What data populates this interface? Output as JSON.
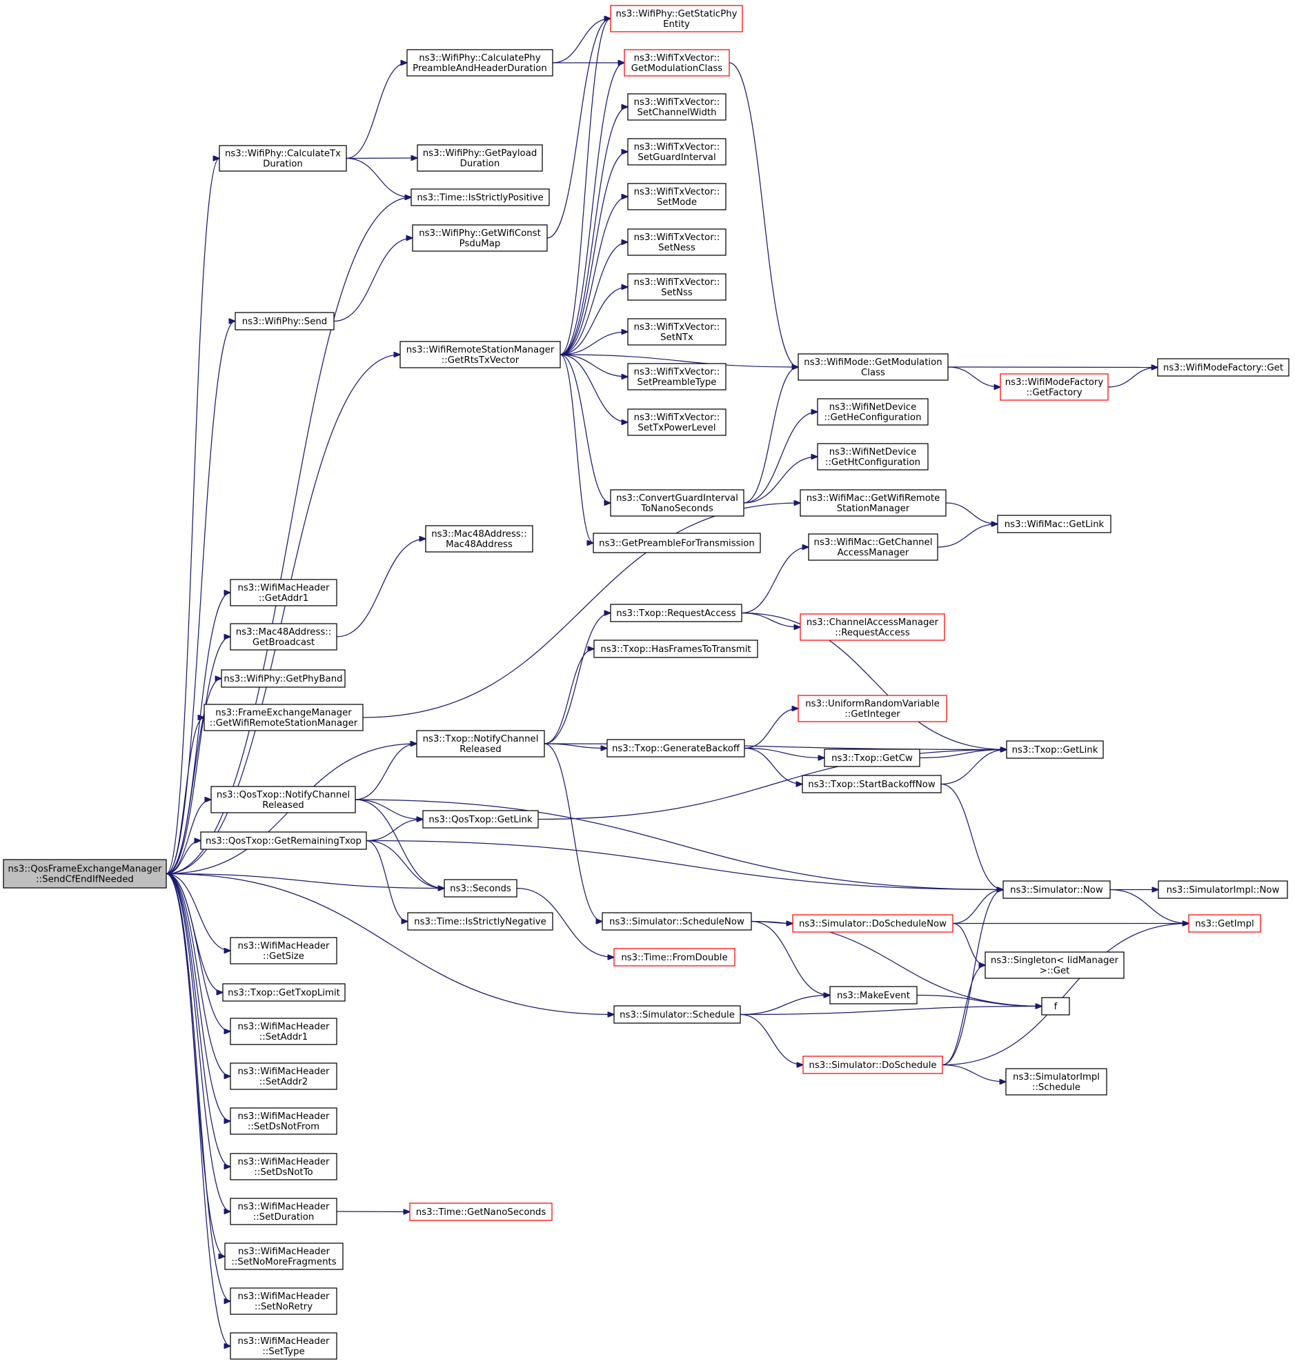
{
  "diagram": {
    "type": "call-graph",
    "edge_color": "#191970",
    "node_border": "#000000",
    "truncated_node_border": "#ff0000",
    "root_fill": "#bfbfbf",
    "nodes": [
      {
        "id": "root",
        "lines": [
          "ns3::QosFrameExchangeManager",
          "::SendCfEndIfNeeded"
        ],
        "style": "root"
      },
      {
        "id": "calcTx",
        "lines": [
          "ns3::WifiPhy::CalculateTx",
          "Duration"
        ]
      },
      {
        "id": "calcPre",
        "lines": [
          "ns3::WifiPhy::CalculatePhy",
          "PreambleAndHeaderDuration"
        ]
      },
      {
        "id": "getStatic",
        "lines": [
          "ns3::WifiPhy::GetStaticPhy",
          "Entity"
        ],
        "style": "red"
      },
      {
        "id": "getModCls",
        "lines": [
          "ns3::WifiTxVector::",
          "GetModulationClass"
        ],
        "style": "red"
      },
      {
        "id": "getPayload",
        "lines": [
          "ns3::WifiPhy::GetPayload",
          "Duration"
        ]
      },
      {
        "id": "isStrictPos",
        "lines": [
          "ns3::Time::IsStrictlyPositive"
        ]
      },
      {
        "id": "getWifiConst",
        "lines": [
          "ns3::WifiPhy::GetWifiConst",
          "PsduMap"
        ]
      },
      {
        "id": "send",
        "lines": [
          "ns3::WifiPhy::Send"
        ]
      },
      {
        "id": "getRts",
        "lines": [
          "ns3::WifiRemoteStationManager",
          "::GetRtsTxVector"
        ]
      },
      {
        "id": "setChW",
        "lines": [
          "ns3::WifiTxVector::",
          "SetChannelWidth"
        ]
      },
      {
        "id": "setGI",
        "lines": [
          "ns3::WifiTxVector::",
          "SetGuardInterval"
        ]
      },
      {
        "id": "setMode",
        "lines": [
          "ns3::WifiTxVector::",
          "SetMode"
        ]
      },
      {
        "id": "setNess",
        "lines": [
          "ns3::WifiTxVector::",
          "SetNess"
        ]
      },
      {
        "id": "setNss",
        "lines": [
          "ns3::WifiTxVector::",
          "SetNss"
        ]
      },
      {
        "id": "setNTx",
        "lines": [
          "ns3::WifiTxVector::",
          "SetNTx"
        ]
      },
      {
        "id": "setPre",
        "lines": [
          "ns3::WifiTxVector::",
          "SetPreambleType"
        ]
      },
      {
        "id": "setTxPow",
        "lines": [
          "ns3::WifiTxVector::",
          "SetTxPowerLevel"
        ]
      },
      {
        "id": "convGI",
        "lines": [
          "ns3::ConvertGuardInterval",
          "ToNanoSeconds"
        ]
      },
      {
        "id": "getPreTx",
        "lines": [
          "ns3::GetPreambleForTransmission"
        ]
      },
      {
        "id": "modeGetMod",
        "lines": [
          "ns3::WifiMode::GetModulation",
          "Class"
        ]
      },
      {
        "id": "getHe",
        "lines": [
          "ns3::WifiNetDevice",
          "::GetHeConfiguration"
        ]
      },
      {
        "id": "getHt",
        "lines": [
          "ns3::WifiNetDevice",
          "::GetHtConfiguration"
        ]
      },
      {
        "id": "factGet",
        "lines": [
          "ns3::WifiModeFactory::Get"
        ]
      },
      {
        "id": "getFactory",
        "lines": [
          "ns3::WifiModeFactory",
          "::GetFactory"
        ],
        "style": "red"
      },
      {
        "id": "macGetRsm",
        "lines": [
          "ns3::WifiMac::GetWifiRemote",
          "StationManager"
        ]
      },
      {
        "id": "macGetCam",
        "lines": [
          "ns3::WifiMac::GetChannel",
          "AccessManager"
        ]
      },
      {
        "id": "macGetLink",
        "lines": [
          "ns3::WifiMac::GetLink"
        ]
      },
      {
        "id": "macCtor",
        "lines": [
          "ns3::Mac48Address::",
          "Mac48Address"
        ]
      },
      {
        "id": "getAddr1",
        "lines": [
          "ns3::WifiMacHeader",
          "::GetAddr1"
        ]
      },
      {
        "id": "getBcast",
        "lines": [
          "ns3::Mac48Address::",
          "GetBroadcast"
        ]
      },
      {
        "id": "getPhyBand",
        "lines": [
          "ns3::WifiPhy::GetPhyBand"
        ]
      },
      {
        "id": "femGetRsm",
        "lines": [
          "ns3::FrameExchangeManager",
          "::GetWifiRemoteStationManager"
        ]
      },
      {
        "id": "reqAccess",
        "lines": [
          "ns3::Txop::RequestAccess"
        ]
      },
      {
        "id": "camReq",
        "lines": [
          "ns3::ChannelAccessManager",
          "::RequestAccess"
        ],
        "style": "red"
      },
      {
        "id": "hasFrames",
        "lines": [
          "ns3::Txop::HasFramesToTransmit"
        ]
      },
      {
        "id": "uniform",
        "lines": [
          "ns3::UniformRandomVariable",
          "::GetInteger"
        ],
        "style": "red"
      },
      {
        "id": "notifyTxop",
        "lines": [
          "ns3::Txop::NotifyChannel",
          "Released"
        ]
      },
      {
        "id": "genBackoff",
        "lines": [
          "ns3::Txop::GenerateBackoff"
        ]
      },
      {
        "id": "getCw",
        "lines": [
          "ns3::Txop::GetCw"
        ]
      },
      {
        "id": "txopGetLink",
        "lines": [
          "ns3::Txop::GetLink"
        ]
      },
      {
        "id": "startBackoff",
        "lines": [
          "ns3::Txop::StartBackoffNow"
        ]
      },
      {
        "id": "qosNotify",
        "lines": [
          "ns3::QosTxop::NotifyChannel",
          "Released"
        ]
      },
      {
        "id": "qosGetLink",
        "lines": [
          "ns3::QosTxop::GetLink"
        ]
      },
      {
        "id": "qosGetRem",
        "lines": [
          "ns3::QosTxop::GetRemainingTxop"
        ]
      },
      {
        "id": "seconds",
        "lines": [
          "ns3::Seconds"
        ]
      },
      {
        "id": "isStrictNeg",
        "lines": [
          "ns3::Time::IsStrictlyNegative"
        ]
      },
      {
        "id": "simNow",
        "lines": [
          "ns3::Simulator::Now"
        ]
      },
      {
        "id": "simImplNow",
        "lines": [
          "ns3::SimulatorImpl::Now"
        ]
      },
      {
        "id": "schedNow",
        "lines": [
          "ns3::Simulator::ScheduleNow"
        ]
      },
      {
        "id": "doSchedNow",
        "lines": [
          "ns3::Simulator::DoScheduleNow"
        ],
        "style": "red"
      },
      {
        "id": "getImpl",
        "lines": [
          "ns3::GetImpl"
        ],
        "style": "red"
      },
      {
        "id": "fromDouble",
        "lines": [
          "ns3::Time::FromDouble"
        ],
        "style": "red"
      },
      {
        "id": "singleton",
        "lines": [
          "ns3::Singleton< IidManager",
          " >::Get"
        ]
      },
      {
        "id": "makeEvent",
        "lines": [
          "ns3::MakeEvent"
        ]
      },
      {
        "id": "f",
        "lines": [
          "f"
        ]
      },
      {
        "id": "schedule",
        "lines": [
          "ns3::Simulator::Schedule"
        ]
      },
      {
        "id": "doSched",
        "lines": [
          "ns3::Simulator::DoSchedule"
        ],
        "style": "red"
      },
      {
        "id": "implSched",
        "lines": [
          "ns3::SimulatorImpl",
          "::Schedule"
        ]
      },
      {
        "id": "getSize",
        "lines": [
          "ns3::WifiMacHeader",
          "::GetSize"
        ]
      },
      {
        "id": "getTxopLimit",
        "lines": [
          "ns3::Txop::GetTxopLimit"
        ]
      },
      {
        "id": "setAddr1",
        "lines": [
          "ns3::WifiMacHeader",
          "::SetAddr1"
        ]
      },
      {
        "id": "setAddr2",
        "lines": [
          "ns3::WifiMacHeader",
          "::SetAddr2"
        ]
      },
      {
        "id": "setDsNotFrom",
        "lines": [
          "ns3::WifiMacHeader",
          "::SetDsNotFrom"
        ]
      },
      {
        "id": "setDsNotTo",
        "lines": [
          "ns3::WifiMacHeader",
          "::SetDsNotTo"
        ]
      },
      {
        "id": "setDuration",
        "lines": [
          "ns3::WifiMacHeader",
          "::SetDuration"
        ]
      },
      {
        "id": "getNano",
        "lines": [
          "ns3::Time::GetNanoSeconds"
        ],
        "style": "red"
      },
      {
        "id": "setNoMore",
        "lines": [
          "ns3::WifiMacHeader",
          "::SetNoMoreFragments"
        ]
      },
      {
        "id": "setNoRetry",
        "lines": [
          "ns3::WifiMacHeader",
          "::SetNoRetry"
        ]
      },
      {
        "id": "setType",
        "lines": [
          "ns3::WifiMacHeader",
          "::SetType"
        ]
      }
    ],
    "edges": [
      [
        "root",
        "calcTx"
      ],
      [
        "root",
        "isStrictPos"
      ],
      [
        "root",
        "send"
      ],
      [
        "root",
        "getRts"
      ],
      [
        "root",
        "getAddr1"
      ],
      [
        "root",
        "getBcast"
      ],
      [
        "root",
        "getPhyBand"
      ],
      [
        "root",
        "femGetRsm"
      ],
      [
        "root",
        "notifyTxop"
      ],
      [
        "root",
        "qosNotify"
      ],
      [
        "root",
        "qosGetRem"
      ],
      [
        "root",
        "seconds"
      ],
      [
        "root",
        "schedule"
      ],
      [
        "root",
        "getSize"
      ],
      [
        "root",
        "getTxopLimit"
      ],
      [
        "root",
        "setAddr1"
      ],
      [
        "root",
        "setAddr2"
      ],
      [
        "root",
        "setDsNotFrom"
      ],
      [
        "root",
        "setDsNotTo"
      ],
      [
        "root",
        "setDuration"
      ],
      [
        "root",
        "setNoMore"
      ],
      [
        "root",
        "setNoRetry"
      ],
      [
        "root",
        "setType"
      ],
      [
        "calcTx",
        "calcPre"
      ],
      [
        "calcTx",
        "getPayload"
      ],
      [
        "calcTx",
        "isStrictPos"
      ],
      [
        "calcPre",
        "getStatic"
      ],
      [
        "calcPre",
        "getModCls"
      ],
      [
        "getWifiConst",
        "getStatic"
      ],
      [
        "send",
        "getWifiConst"
      ],
      [
        "getRts",
        "getStatic"
      ],
      [
        "getRts",
        "getModCls"
      ],
      [
        "getRts",
        "setChW"
      ],
      [
        "getRts",
        "setGI"
      ],
      [
        "getRts",
        "setMode"
      ],
      [
        "getRts",
        "setNess"
      ],
      [
        "getRts",
        "setNss"
      ],
      [
        "getRts",
        "setNTx"
      ],
      [
        "getRts",
        "setPre"
      ],
      [
        "getRts",
        "setTxPow"
      ],
      [
        "getRts",
        "convGI"
      ],
      [
        "getRts",
        "getPreTx"
      ],
      [
        "getRts",
        "modeGetMod"
      ],
      [
        "getModCls",
        "modeGetMod"
      ],
      [
        "convGI",
        "modeGetMod"
      ],
      [
        "convGI",
        "getHe"
      ],
      [
        "convGI",
        "getHt"
      ],
      [
        "modeGetMod",
        "factGet"
      ],
      [
        "modeGetMod",
        "getFactory"
      ],
      [
        "getFactory",
        "factGet"
      ],
      [
        "macGetRsm",
        "macGetLink"
      ],
      [
        "macGetCam",
        "macGetLink"
      ],
      [
        "getBcast",
        "macCtor"
      ],
      [
        "femGetRsm",
        "macGetRsm"
      ],
      [
        "reqAccess",
        "macGetCam"
      ],
      [
        "reqAccess",
        "camReq"
      ],
      [
        "reqAccess",
        "txopGetLink"
      ],
      [
        "notifyTxop",
        "reqAccess"
      ],
      [
        "notifyTxop",
        "hasFrames"
      ],
      [
        "notifyTxop",
        "txopGetLink"
      ],
      [
        "notifyTxop",
        "genBackoff"
      ],
      [
        "notifyTxop",
        "schedNow"
      ],
      [
        "genBackoff",
        "uniform"
      ],
      [
        "genBackoff",
        "getCw"
      ],
      [
        "genBackoff",
        "startBackoff"
      ],
      [
        "getCw",
        "txopGetLink"
      ],
      [
        "startBackoff",
        "txopGetLink"
      ],
      [
        "startBackoff",
        "simNow"
      ],
      [
        "qosNotify",
        "notifyTxop"
      ],
      [
        "qosNotify",
        "qosGetLink"
      ],
      [
        "qosNotify",
        "seconds"
      ],
      [
        "qosNotify",
        "simNow"
      ],
      [
        "qosGetLink",
        "txopGetLink"
      ],
      [
        "qosGetRem",
        "qosGetLink"
      ],
      [
        "qosGetRem",
        "seconds"
      ],
      [
        "qosGetRem",
        "isStrictNeg"
      ],
      [
        "qosGetRem",
        "simNow"
      ],
      [
        "seconds",
        "fromDouble"
      ],
      [
        "simNow",
        "simImplNow"
      ],
      [
        "simNow",
        "getImpl"
      ],
      [
        "schedNow",
        "doSchedNow"
      ],
      [
        "schedNow",
        "makeEvent"
      ],
      [
        "schedNow",
        "f"
      ],
      [
        "doSchedNow",
        "simNow"
      ],
      [
        "doSchedNow",
        "getImpl"
      ],
      [
        "doSchedNow",
        "singleton"
      ],
      [
        "makeEvent",
        "f"
      ],
      [
        "schedule",
        "makeEvent"
      ],
      [
        "schedule",
        "f"
      ],
      [
        "schedule",
        "doSched"
      ],
      [
        "doSched",
        "simNow"
      ],
      [
        "doSched",
        "getImpl"
      ],
      [
        "doSched",
        "singleton"
      ],
      [
        "doSched",
        "implSched"
      ],
      [
        "setDuration",
        "getNano"
      ]
    ]
  }
}
